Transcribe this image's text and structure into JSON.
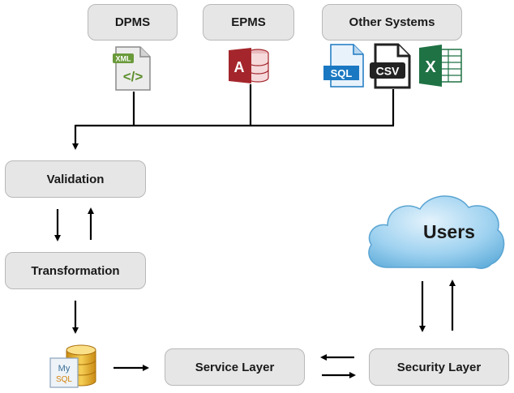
{
  "sources": {
    "dpms": "DPMS",
    "epms": "EPMS",
    "other": "Other Systems"
  },
  "icons": {
    "xml": {
      "name": "xml-file-icon",
      "label": "XML",
      "glyph": "</>"
    },
    "access": {
      "name": "access-database-icon",
      "label": "A"
    },
    "sql": {
      "name": "sql-file-icon",
      "label": "SQL"
    },
    "csv": {
      "name": "csv-file-icon",
      "label": "CSV"
    },
    "excel": {
      "name": "excel-icon",
      "label": "X"
    },
    "mysql": {
      "name": "mysql-database-icon",
      "label_top": "My",
      "label_bottom": "SQL"
    }
  },
  "pipeline": {
    "validation": "Validation",
    "transformation": "Transformation",
    "service_layer": "Service Layer",
    "security_layer": "Security Layer",
    "users": "Users"
  },
  "colors": {
    "box_fill": "#e6e6e6",
    "box_border": "#b8b8b8",
    "arrow": "#000000",
    "cloud": "#8fc8ea",
    "access_red": "#a4262c",
    "excel_green": "#1f7244",
    "sql_blue": "#1a78c2"
  }
}
